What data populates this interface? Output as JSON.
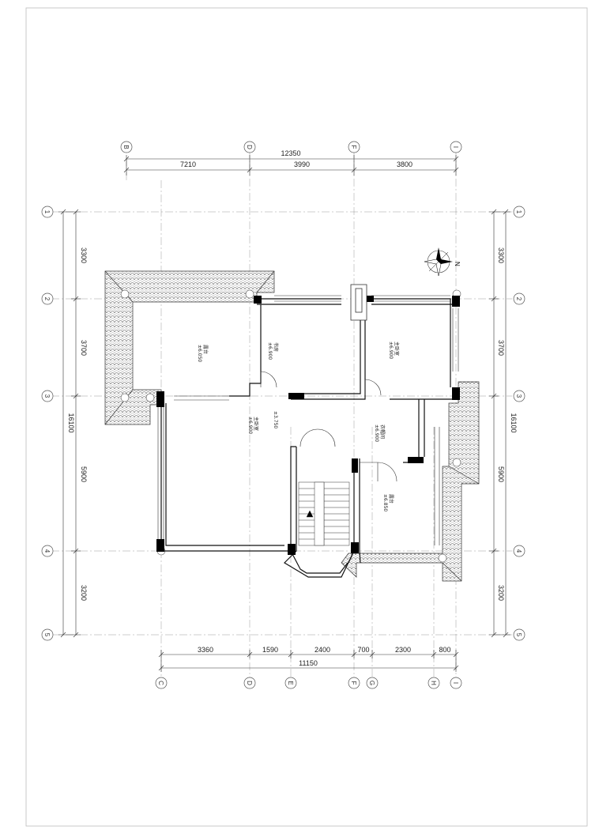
{
  "top_axes": [
    "B",
    "D",
    "F",
    "I"
  ],
  "top_dims": {
    "total": "12350",
    "segments": [
      "7210",
      "3990",
      "3800"
    ]
  },
  "bottom_axes": [
    "C",
    "D",
    "E",
    "F",
    "G",
    "H",
    "I"
  ],
  "bottom_dims": {
    "total": "11150",
    "segments": [
      "3360",
      "1590",
      "2400",
      "700",
      "2300",
      "800"
    ]
  },
  "row_axes": [
    "1",
    "2",
    "3",
    "4",
    "5"
  ],
  "side_dims": {
    "total": "16100",
    "segments": [
      "3300",
      "3700",
      "5900",
      "3200"
    ]
  },
  "north_label": "N",
  "rooms": {
    "room_a": {
      "name": "露台",
      "elev": "±6.050"
    },
    "room_b": {
      "name": "书房",
      "elev": "±6.900"
    },
    "room_c": {
      "name": "主卧室",
      "elev": "±6.900"
    },
    "room_d": {
      "name": "主卧室",
      "elev": "±6.900"
    },
    "room_e": {
      "name": "±3.750",
      "elev": ""
    },
    "room_f": {
      "name": "衣帽间",
      "elev": "±6.900"
    },
    "room_g": {
      "name": "露台",
      "elev": "±6.850"
    }
  }
}
